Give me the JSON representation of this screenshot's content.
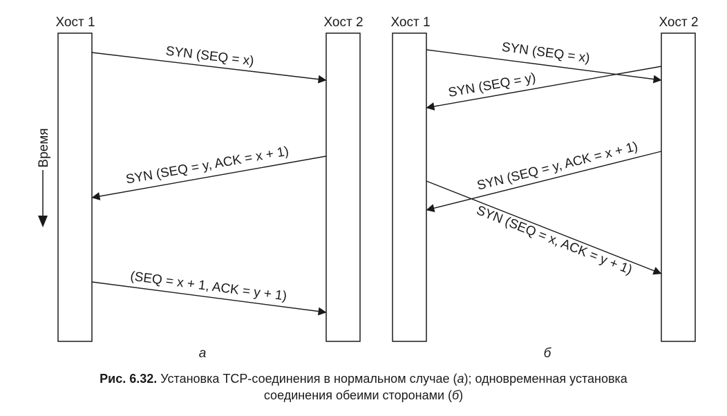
{
  "panel_a": {
    "host1": "Хост 1",
    "host2": "Хост 2",
    "time_label": "Время",
    "messages": [
      "SYN (SEQ = x)",
      "SYN (SEQ = y, ACK = x + 1)",
      "(SEQ = x + 1, ACK = y + 1)"
    ],
    "sublabel": "а"
  },
  "panel_b": {
    "host1": "Хост 1",
    "host2": "Хост 2",
    "messages": [
      "SYN (SEQ = x)",
      "SYN (SEQ = y)",
      "SYN (SEQ = y, ACK = x + 1)",
      "SYN (SEQ = x, ACK = y + 1)"
    ],
    "sublabel": "б"
  },
  "caption": {
    "number": "Рис. 6.32.",
    "text_1": " Установка TCP-соединения в нормальном случае (",
    "ital_1": "а",
    "text_2": "); одновременная установка",
    "text_3": "соединения обеими сторонами (",
    "ital_2": "б",
    "text_4": ")"
  }
}
